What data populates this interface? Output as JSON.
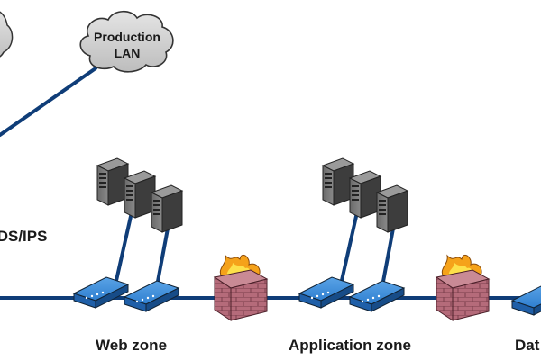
{
  "diagram": {
    "cloud": {
      "line1": "Production",
      "line2": "LAN",
      "icon": "cloud-icon"
    },
    "ids_label": "IDS/IPS",
    "zones": [
      {
        "label": "Web zone"
      },
      {
        "label": "Application zone"
      },
      {
        "label": "Dat"
      }
    ],
    "colors": {
      "link": "#0f3d78",
      "switch": "#2f7fd0",
      "server": "#555555",
      "firewall_brick": "#b56b7a",
      "flame": "#f5a21a",
      "cloud": "#cfcfcf"
    }
  }
}
